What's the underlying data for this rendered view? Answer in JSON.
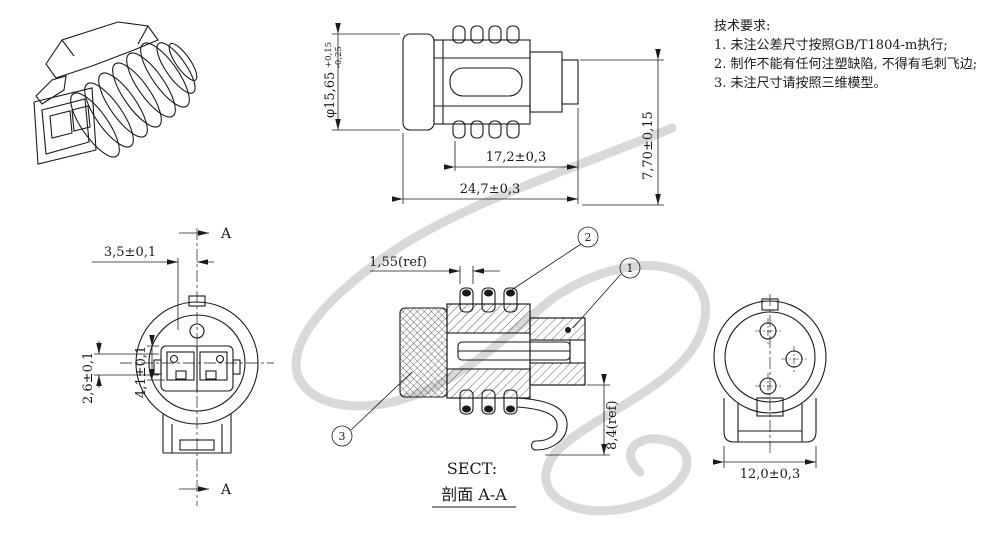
{
  "notes": {
    "title": "技术要求:",
    "items": [
      "1. 未注公差尺寸按照GB/T1804-m执行;",
      "2. 制作不能有任何注塑缺陷, 不得有毛刺飞边;",
      "3. 未注尺寸请按照三维模型。"
    ]
  },
  "side_view": {
    "dia_value": "φ15,65",
    "dia_tol_upper": "+0,15",
    "dia_tol_lower": "-0,25",
    "len_inner": "17,2±0,3",
    "len_total": "24,7±0,3",
    "height_right": "7,70±0,15"
  },
  "front_view": {
    "dim_offset": "3,5±0,1",
    "dim_terminal": "2,6±0,1",
    "dim_slot": "4,1±0,1",
    "section_letter_top": "A",
    "section_letter_bottom": "A"
  },
  "section_view": {
    "dim_rib": "1,55(ref)",
    "dim_tail": "8,4(ref)",
    "balloon_1": "1",
    "balloon_2": "2",
    "balloon_3": "3",
    "sect_label": "SECT:",
    "section_name": "剖面  A-A"
  },
  "rear_view": {
    "dim_width": "12,0±0,3"
  }
}
